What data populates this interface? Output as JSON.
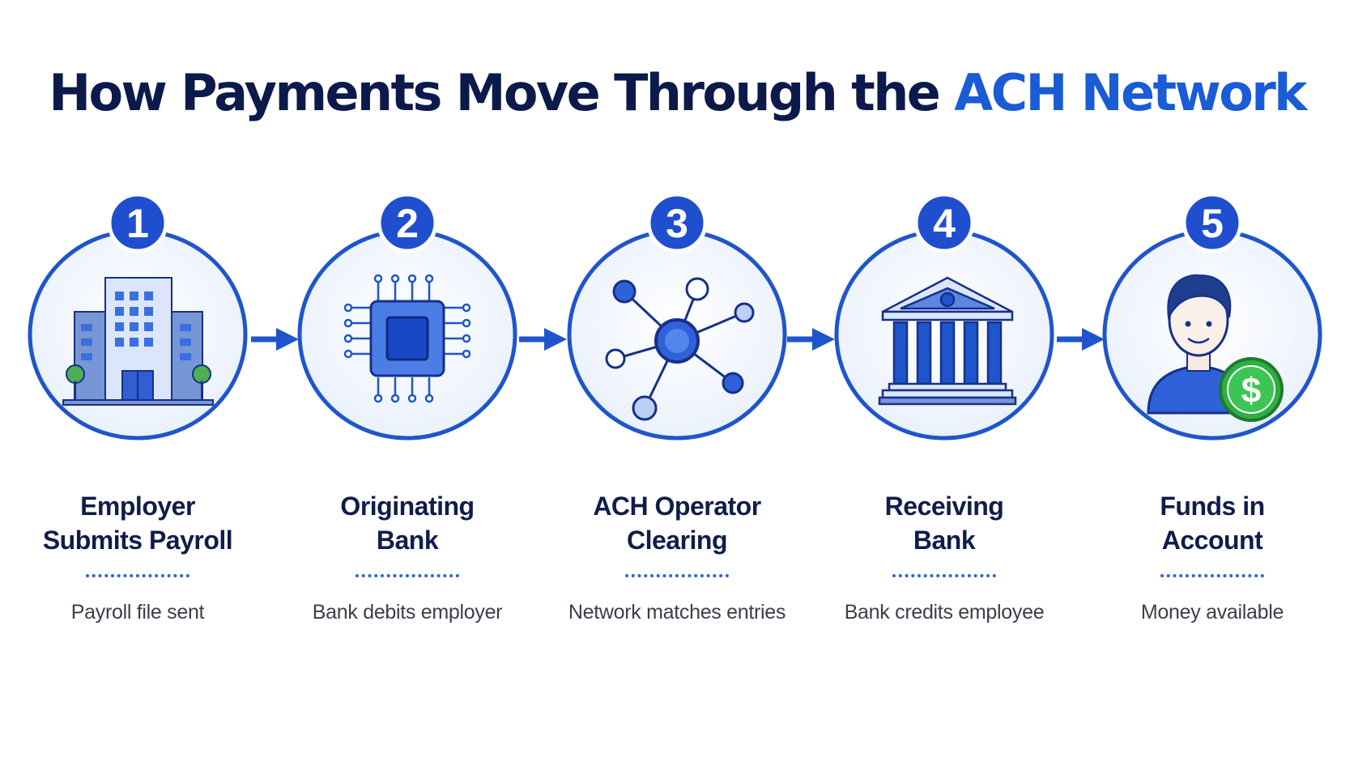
{
  "title": {
    "prefix": "How Payments Move Through the",
    "highlight": "ACH Network"
  },
  "colors": {
    "accent": "#1a5bd6",
    "ring": "#1f55cc",
    "dark_text": "#0b1a4a",
    "money_green": "#2fae43"
  },
  "steps": [
    {
      "number": "1",
      "title_line1": "Employer",
      "title_line2": "Submits Payroll",
      "description": "Payroll file sent",
      "icon": "office-building-icon"
    },
    {
      "number": "2",
      "title_line1": "Originating",
      "title_line2": "Bank",
      "description": "Bank debits employer",
      "icon": "processor-chip-icon"
    },
    {
      "number": "3",
      "title_line1": "ACH Operator",
      "title_line2": "Clearing",
      "description": "Network matches entries",
      "icon": "network-nodes-icon"
    },
    {
      "number": "4",
      "title_line1": "Receiving",
      "title_line2": "Bank",
      "description": "Bank credits employee",
      "icon": "bank-building-icon"
    },
    {
      "number": "5",
      "title_line1": "Funds in",
      "title_line2": "Account",
      "description": "Money available",
      "icon": "person-with-dollar-icon"
    }
  ],
  "dollar_symbol": "$"
}
